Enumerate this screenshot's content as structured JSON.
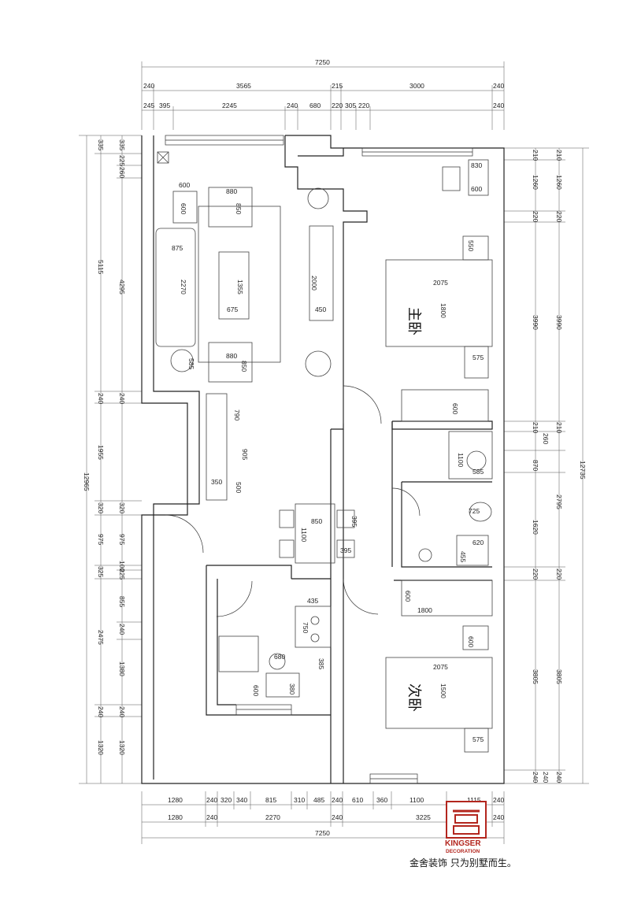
{
  "top_dims": {
    "row1": [
      "7250"
    ],
    "row2": [
      "240",
      "3565",
      "215",
      "3000",
      "240"
    ],
    "row3": [
      "245",
      "395",
      "2245",
      "240",
      "680",
      "220",
      "305",
      "220",
      "240"
    ]
  },
  "bottom_dims": {
    "row1": [
      "1280",
      "240",
      "320",
      "340",
      "815",
      "310",
      "485",
      "240",
      "610",
      "360",
      "1100",
      "1115",
      "240"
    ],
    "row2": [
      "1280",
      "240",
      "2270",
      "240",
      "3225",
      "240"
    ],
    "row3": [
      "7250"
    ]
  },
  "left_dims": {
    "outer": [
      "335",
      "5115",
      "240",
      "1955",
      "320",
      "975",
      "325",
      "2475",
      "240",
      "1320"
    ],
    "inner": [
      "335",
      "225",
      "260",
      "4295",
      "240",
      "320",
      "975",
      "100",
      "225",
      "855",
      "240",
      "1380",
      "240",
      "1320"
    ],
    "total": "12965"
  },
  "right_dims": {
    "inner": [
      "210",
      "1260",
      "220",
      "3990",
      "210",
      "870",
      "1620",
      "220",
      "3805",
      "240"
    ],
    "outer": [
      "210",
      "1260",
      "220",
      "3990",
      "210",
      "2795",
      "220",
      "3805",
      "240"
    ],
    "extra": [
      "260",
      "240"
    ],
    "total": "12735"
  },
  "furniture_dims": {
    "living": [
      "600",
      "600",
      "880",
      "850",
      "875",
      "2270",
      "1355",
      "675",
      "880",
      "850",
      "585",
      "2000",
      "450"
    ],
    "master": [
      "830",
      "600",
      "550",
      "2075",
      "1800",
      "575",
      "600"
    ],
    "bath": [
      "1100",
      "585",
      "725",
      "620",
      "455"
    ],
    "storage": [
      "790",
      "905",
      "350",
      "500"
    ],
    "dining": [
      "850",
      "1100",
      "395",
      "395"
    ],
    "kitchen": [
      "435",
      "750",
      "680",
      "385",
      "600",
      "380"
    ],
    "second": [
      "600",
      "1800",
      "600",
      "2075",
      "1500",
      "575"
    ]
  },
  "rooms": {
    "master": "主卧",
    "second": "次卧"
  },
  "brand": {
    "name": "KINGSER",
    "sub": "DECORATION",
    "slogan": "金舍装饰 只为别墅而生。",
    "color": "#b3261e"
  }
}
